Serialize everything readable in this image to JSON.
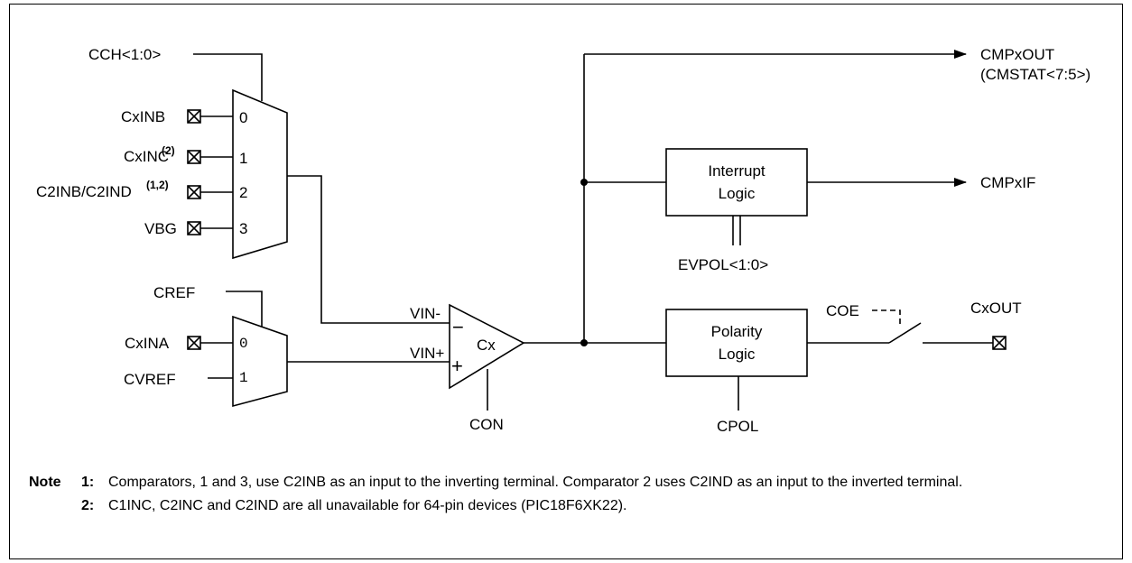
{
  "diagram": {
    "labels": {
      "cch": "CCH<1:0>",
      "cxinb": "CxINB",
      "cxinc": "CxINC",
      "cxinc_sup": "(2)",
      "c2inb": "C2INB/C2IND",
      "c2inb_sup": "(1,2)",
      "vbg_main": "V",
      "vbg_sub": "BG",
      "cref": "CREF",
      "cxina": "CxINA",
      "cvref_main": "CV",
      "cvref_sub": "REF",
      "vin_minus_main": "V",
      "vin_minus_sub": "IN-",
      "vin_plus_main": "V",
      "vin_plus_sub": "IN+",
      "comparator": "Cx",
      "minus_sign": "−",
      "plus_sign": "+",
      "con": "CON",
      "interrupt_logic_1": "Interrupt",
      "interrupt_logic_2": "Logic",
      "evpol": "EVPOL<1:0>",
      "polarity_logic_1": "Polarity",
      "polarity_logic_2": "Logic",
      "cpol": "CPOL",
      "coe": "COE",
      "cxout": "CxOUT",
      "cmpxout": "CMPxOUT",
      "cmstat": "(CMSTAT<7:5>)",
      "cmpxif": "CMPxIF",
      "mux1_in0": "0",
      "mux1_in1": "1",
      "mux1_in2": "2",
      "mux1_in3": "3",
      "mux2_in0": "0",
      "mux2_in1": "1"
    }
  },
  "notes": {
    "heading": "Note",
    "items": [
      {
        "number": "1:",
        "text": "Comparators, 1 and 3, use C2INB as an input to the inverting terminal. Comparator 2 uses C2IND as an input to the inverted terminal."
      },
      {
        "number": "2:",
        "text": "C1INC, C2INC and C2IND are all unavailable for 64-pin devices (PIC18F6XK22)."
      }
    ]
  }
}
